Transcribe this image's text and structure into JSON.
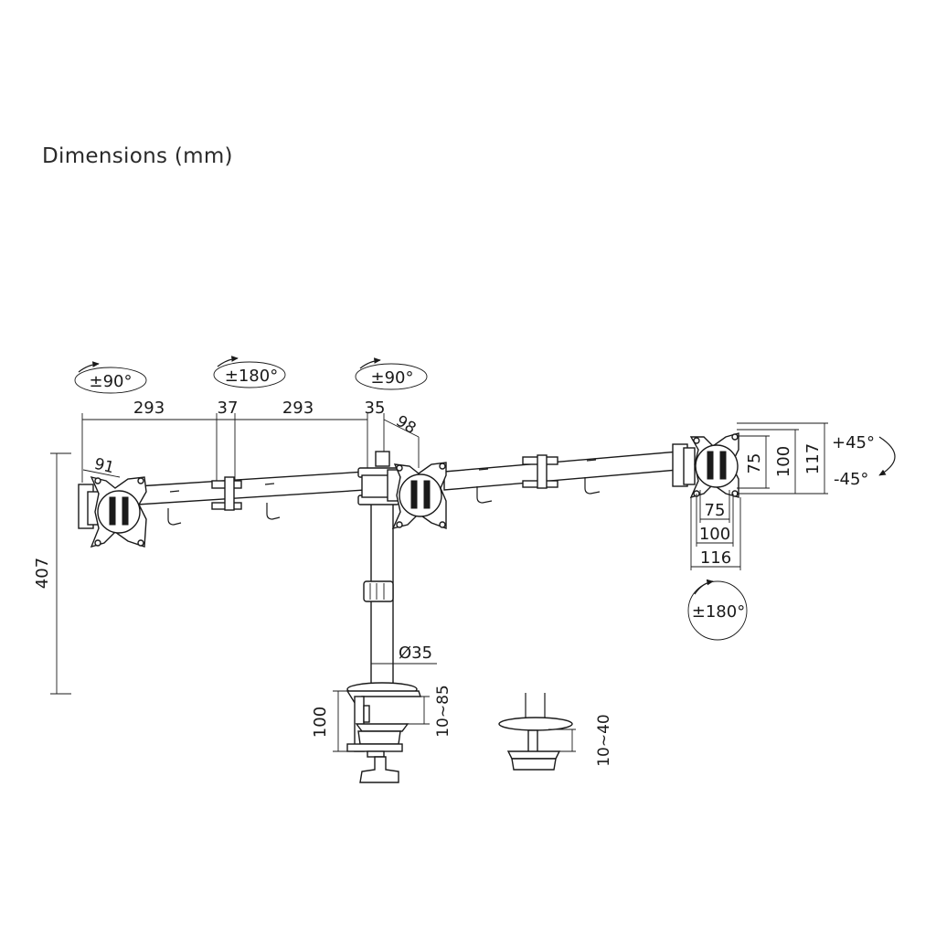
{
  "title": "Dimensions (mm)",
  "rotation": {
    "left_tilt": "±90°",
    "arm_joint": "±180°",
    "center_tilt": "±90°",
    "right_swivel": "±180°",
    "tilt_up": "+45°",
    "tilt_down": "-45°"
  },
  "dimensions": {
    "arm_segment_left": "293",
    "joint_width": "37",
    "arm_segment_right": "293",
    "pole_offset": "35",
    "center_offset": "98",
    "plate_offset": "91",
    "height": "407",
    "pole_diameter": "Ø35",
    "vesa_75_h": "75",
    "vesa_100_h": "100",
    "plate_117": "117",
    "vesa_75_w": "75",
    "vesa_100_w": "100",
    "plate_116": "116",
    "clamp_height": "100",
    "clamp_range": "10~85",
    "grommet_range": "10~40"
  }
}
